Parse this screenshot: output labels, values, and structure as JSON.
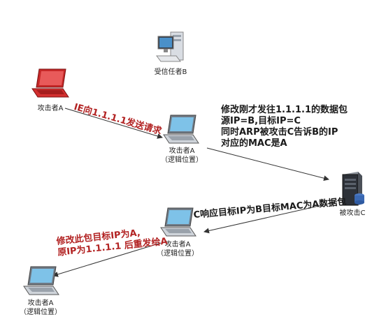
{
  "nodes": {
    "trusted_b": "受信任者B",
    "attacker_a": "攻击者A",
    "logical_a_1": [
      "攻击者A",
      "（逻辑位置）"
    ],
    "logical_a_2": [
      "攻击者A",
      "（逻辑位置）"
    ],
    "logical_a_3": [
      "攻击者A",
      "（逻辑位置）"
    ],
    "victim_c": "被攻击C"
  },
  "notes": {
    "step1": "IE向1.1.1.1发送请求",
    "step2": [
      "修改刚才发往1.1.1.1的数据包",
      "源IP=B,目标IP=C",
      "同时ARP被攻击C告诉B的IP",
      "对应的MAC是A"
    ],
    "step3": "C响应目标IP为B目标MAC为A数据包",
    "step4": [
      "修改此包目标IP为A,",
      "原IP为1.1.1.1 后重发给A"
    ]
  },
  "colors": {
    "accent_red": "#b22222",
    "text": "#1a1a1a",
    "arrow": "#333333"
  },
  "icons": [
    "desktop-computer-icon",
    "red-laptop-icon",
    "laptop-icon",
    "server-icon"
  ]
}
